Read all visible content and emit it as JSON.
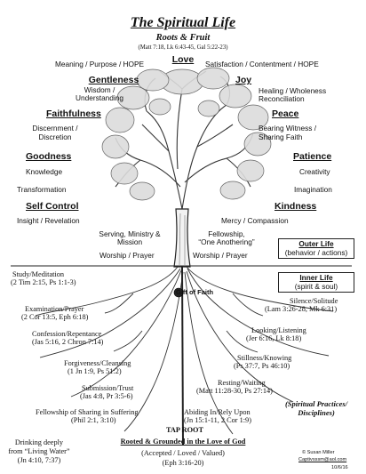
{
  "title": "The Spiritual Life",
  "subtitle": "Roots & Fruit",
  "scripture_ref": "(Matt 7:18, Lk 6:43-45, Gal 5:22-23)",
  "fruit": {
    "love": {
      "virtue": "Love",
      "left": "Meaning / Purpose / HOPE",
      "right": "Satisfaction / Contentment / HOPE"
    },
    "gentleness": {
      "virtue": "Gentleness",
      "line1": "Wisdom /",
      "line2": "Understanding"
    },
    "joy": {
      "virtue": "Joy",
      "line1": "Healing / Wholeness",
      "line2": "Reconciliation"
    },
    "faithfulness": {
      "virtue": "Faithfulness",
      "line1": "Discernment /",
      "line2": "Discretion"
    },
    "peace": {
      "virtue": "Peace",
      "line1": "Bearing Witness /",
      "line2": "Sharing Faith"
    },
    "goodness": {
      "virtue": "Goodness",
      "line1": "Knowledge",
      "line2": "Transformation"
    },
    "patience": {
      "virtue": "Patience",
      "line1": "Creativity",
      "line2": "Imagination"
    },
    "self_control": {
      "virtue": "Self Control",
      "line1": "Insight / Revelation"
    },
    "kindness": {
      "virtue": "Kindness",
      "line1": "Mercy / Compassion"
    }
  },
  "trunk": {
    "left_line1": "Serving, Ministry &",
    "left_line2": "Mission",
    "right_line1": "Fellowship,",
    "right_line2": "“One Anothering”",
    "worship_left": "Worship / Prayer",
    "worship_right": "Worship / Prayer"
  },
  "outer_life": {
    "heading": "Outer Life",
    "sub": "(behavior / actions)"
  },
  "inner_life": {
    "heading": "Inner Life",
    "sub": "(spirit & soul)"
  },
  "gift_of_faith": "Gift of Faith",
  "roots_left": [
    {
      "name": "Study/Meditation",
      "ref": "(2 Tim 2:15, Ps 1:1-3)"
    },
    {
      "name": "Examination/Prayer",
      "ref": "(2 Cor 13:5, Eph 6:18)"
    },
    {
      "name": "Confession/Repentance",
      "ref": "(Jas 5:16, 2 Chron 7:14)"
    },
    {
      "name": "Forgiveness/Cleansing",
      "ref": "(1 Jn 1:9, Ps 51:2)"
    },
    {
      "name": "Submission/Trust",
      "ref": "(Jas 4:8, Pr 3:5-6)"
    },
    {
      "name": "Fellowship of Sharing in Suffering",
      "ref": "(Phil 2:1, 3:10)"
    }
  ],
  "roots_right": [
    {
      "name": "Silence/Solitude",
      "ref": "(Lam 3:26-28, Mk 6:31)"
    },
    {
      "name": "Looking/Listening",
      "ref": "(Jer 6:16, Lk 8:18)"
    },
    {
      "name": "Stillness/Knowing",
      "ref": "(Ps 37:7, Ps 46:10)"
    },
    {
      "name": "Resting/Waiting",
      "ref": "(Matt 11:28-30, Ps 27:14)"
    },
    {
      "name": "Abiding In/Rely Upon",
      "ref": "(Jn 15:1-11, 2 Cor 1:9)"
    }
  ],
  "spiritual_practices": {
    "line1": "(Spiritual Practices/",
    "line2": "Disciplines)"
  },
  "tap_root": "TAP ROOT",
  "rooted": {
    "line1": "Rooted & Grounded in the Love of God",
    "line2": "(Accepted / Loved / Valued)",
    "line3": "(Eph 3:16-20)"
  },
  "drinking": {
    "line1": "Drinking deeply",
    "line2": "from “Living Water”",
    "line3": "(Jn 4:10, 7:37)"
  },
  "credit": {
    "name": "© Susan Miller",
    "email": "Captivsssm@aol.com",
    "date": "10/6/16"
  }
}
